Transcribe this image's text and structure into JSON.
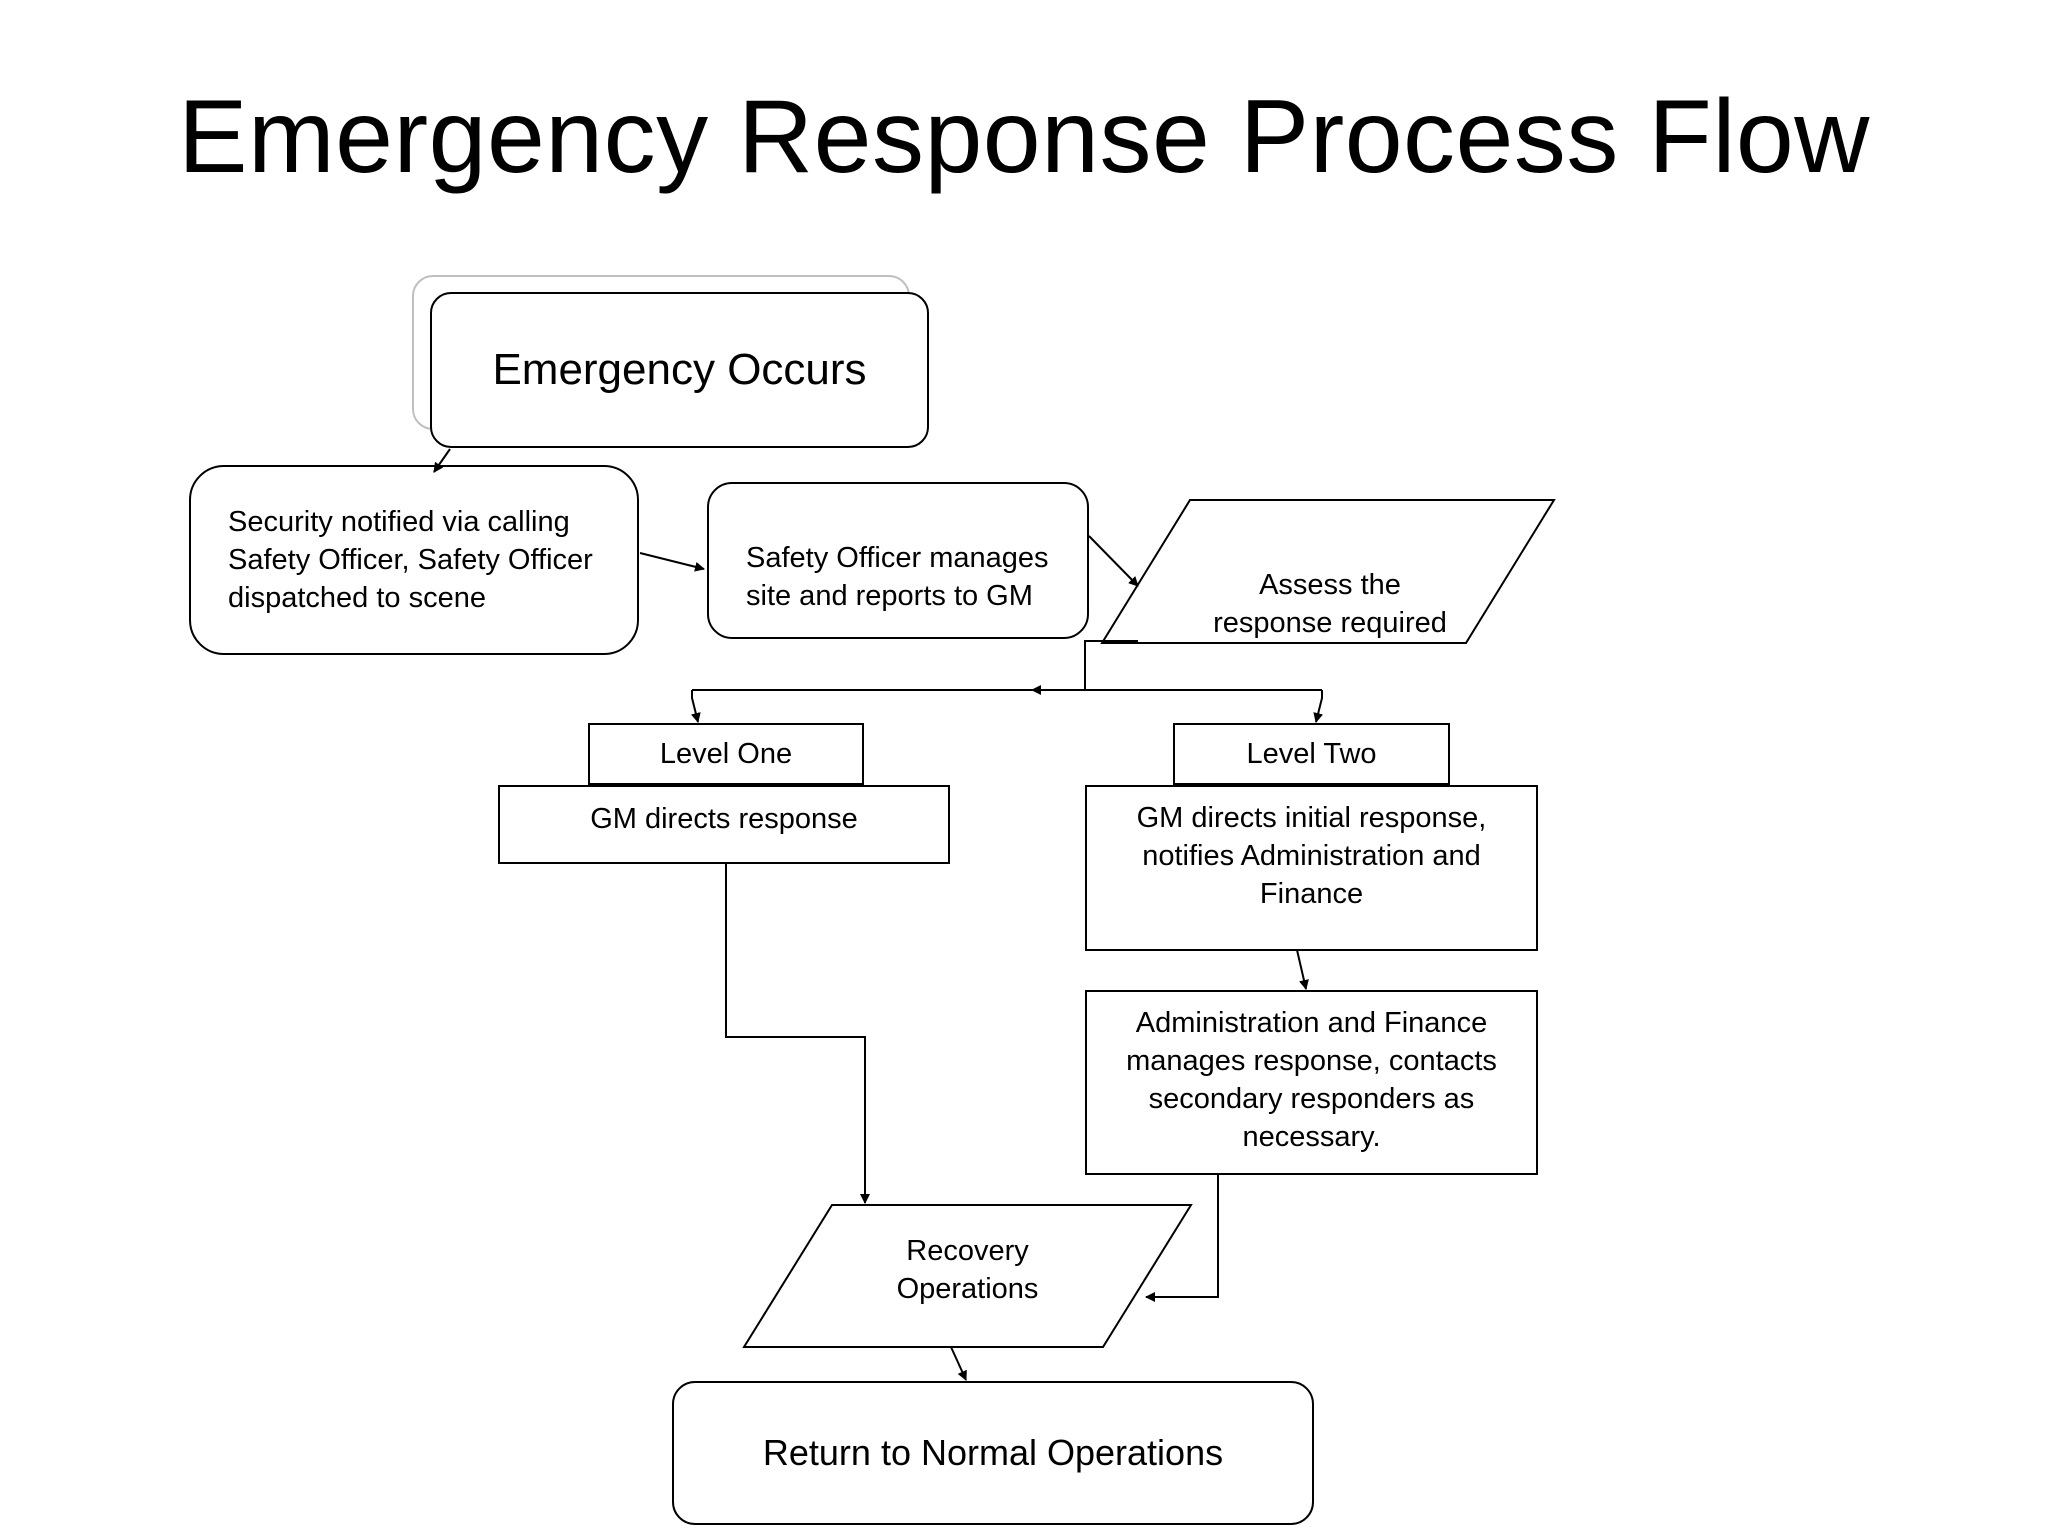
{
  "title": "Emergency Response Process Flow",
  "nodes": {
    "start": "Emergency Occurs",
    "security": "Security notified via calling Safety Officer, Safety Officer dispatched to scene",
    "safety_officer": "Safety Officer manages site and reports to GM",
    "assess": "Assess the response required",
    "level_one_header": "Level One",
    "level_one_body": "GM directs response",
    "level_two_header": "Level Two",
    "level_two_body": "GM directs initial response, notifies Administration and Finance",
    "admin_finance": "Administration and Finance manages response, contacts secondary responders as necessary.",
    "recovery": "Recovery Operations",
    "return": "Return to Normal Operations"
  },
  "colors": {
    "stroke": "#000000",
    "shadow": "#bfbfbf",
    "text": "#000000",
    "background": "#ffffff"
  }
}
